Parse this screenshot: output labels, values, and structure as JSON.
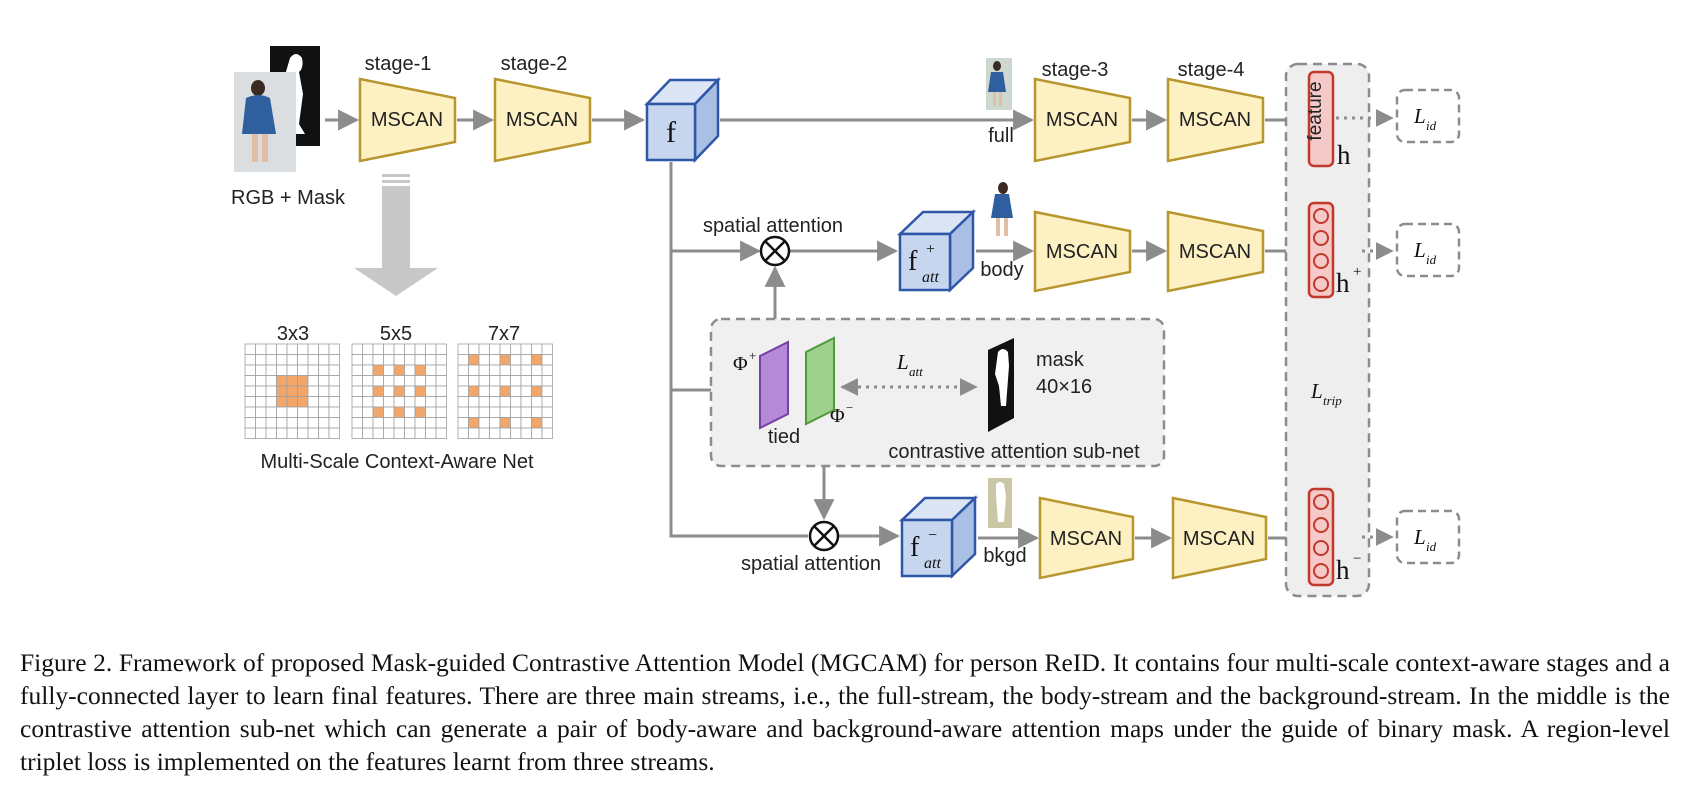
{
  "figure": {
    "input_label": "RGB + Mask",
    "stage1": "stage-1",
    "stage2": "stage-2",
    "stage3": "stage-3",
    "stage4": "stage-4",
    "mscan": "MSCAN",
    "f": "f",
    "f_att": "f",
    "att_sub": "att",
    "full": "full",
    "body": "body",
    "bkgd": "bkgd",
    "spatial_attention": "spatial attention",
    "phi": "Φ",
    "tied": "tied",
    "l_att": "L",
    "l_att_sub": "att",
    "mask_label_1": "mask",
    "mask_label_2": "40×16",
    "subnet_label": "contrastive attention sub-net",
    "feature": "feature",
    "h": "h",
    "l_id": "L",
    "l_id_sub": "id",
    "l_trip": "L",
    "l_trip_sub": "trip",
    "grid_labels": [
      "3x3",
      "5x5",
      "7x7"
    ],
    "msca_label": "Multi-Scale Context-Aware Net",
    "colors": {
      "mscan_fill": "#fdf0c2",
      "mscan_stroke": "#b8962e",
      "cube_fill": "#c6d6ef",
      "cube_stroke": "#2f57a8",
      "feature_fill": "#f6c9c9",
      "feature_stroke": "#c0392b",
      "phi_plus": "#b589d6",
      "phi_minus": "#9fd08c",
      "grid_cell": "#f2a66a",
      "arrow": "#8c8c8c"
    }
  },
  "caption": "Figure 2. Framework of proposed Mask-guided Contrastive Attention Model (MGCAM) for person ReID. It contains four multi-scale context-aware stages and a fully-connected layer to learn final features. There are three main streams, i.e., the full-stream, the body-stream and the background-stream. In the middle is the contrastive attention sub-net which can generate a pair of body-aware and background-aware attention maps under the guide of binary mask. A region-level triplet loss is implemented on the features learnt from three streams."
}
